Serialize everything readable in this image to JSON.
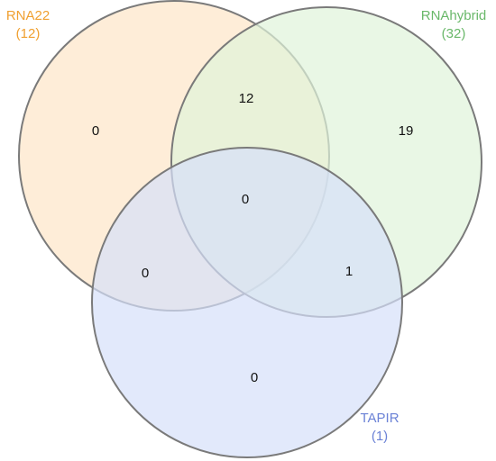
{
  "sets": {
    "rna22": {
      "name": "RNA22",
      "count_label": "(12)",
      "color": "#f0a030",
      "fill": "#fde6c8"
    },
    "rnahybrid": {
      "name": "RNAhybrid",
      "count_label": "(32)",
      "color": "#6ab86a",
      "fill": "#dff4da"
    },
    "tapir": {
      "name": "TAPIR",
      "count_label": "(1)",
      "color": "#6b82d6",
      "fill": "#d6e0fa"
    }
  },
  "regions": {
    "rna22_only": "0",
    "rnahybrid_only": "19",
    "tapir_only": "0",
    "rna22_rnahybrid": "12",
    "rna22_tapir": "0",
    "rnahybrid_tapir": "1",
    "all_three": "0"
  }
}
